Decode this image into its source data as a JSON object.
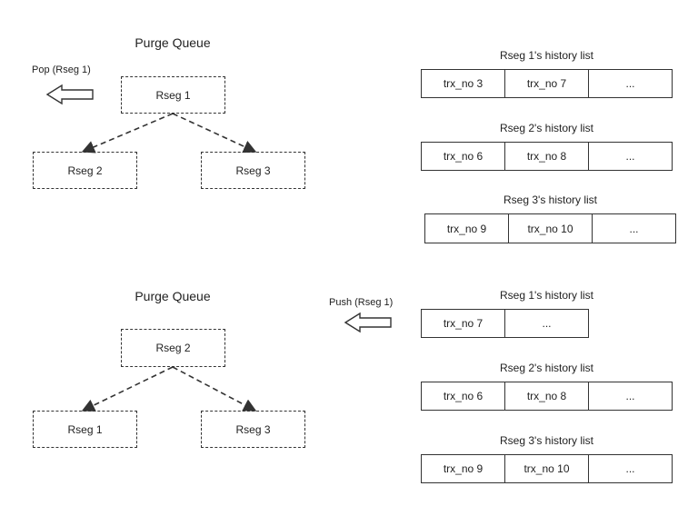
{
  "colors": {
    "stroke": "#333333",
    "text": "#222222",
    "background": "#ffffff"
  },
  "top": {
    "queue_title": "Purge Queue",
    "pop_label": "Pop (Rseg 1)",
    "pop_icon": "hollow-left-arrow-icon",
    "nodes": {
      "root": "Rseg 1",
      "left": "Rseg 2",
      "right": "Rseg 3"
    },
    "lists": [
      {
        "title": "Rseg 1's history list",
        "cells": [
          "trx_no 3",
          "trx_no 7",
          "..."
        ]
      },
      {
        "title": "Rseg 2's history list",
        "cells": [
          "trx_no 6",
          "trx_no 8",
          "..."
        ]
      },
      {
        "title": "Rseg 3's history list",
        "cells": [
          "trx_no 9",
          "trx_no 10",
          "..."
        ]
      }
    ]
  },
  "bottom": {
    "queue_title": "Purge Queue",
    "push_label": "Push (Rseg 1)",
    "push_icon": "hollow-left-arrow-icon",
    "nodes": {
      "root": "Rseg 2",
      "left": "Rseg 1",
      "right": "Rseg 3"
    },
    "lists": [
      {
        "title": "Rseg 1's history list",
        "cells": [
          "trx_no 7",
          "..."
        ]
      },
      {
        "title": "Rseg 2's history list",
        "cells": [
          "trx_no 6",
          "trx_no 8",
          "..."
        ]
      },
      {
        "title": "Rseg 3's history list",
        "cells": [
          "trx_no 9",
          "trx_no 10",
          "..."
        ]
      }
    ]
  }
}
